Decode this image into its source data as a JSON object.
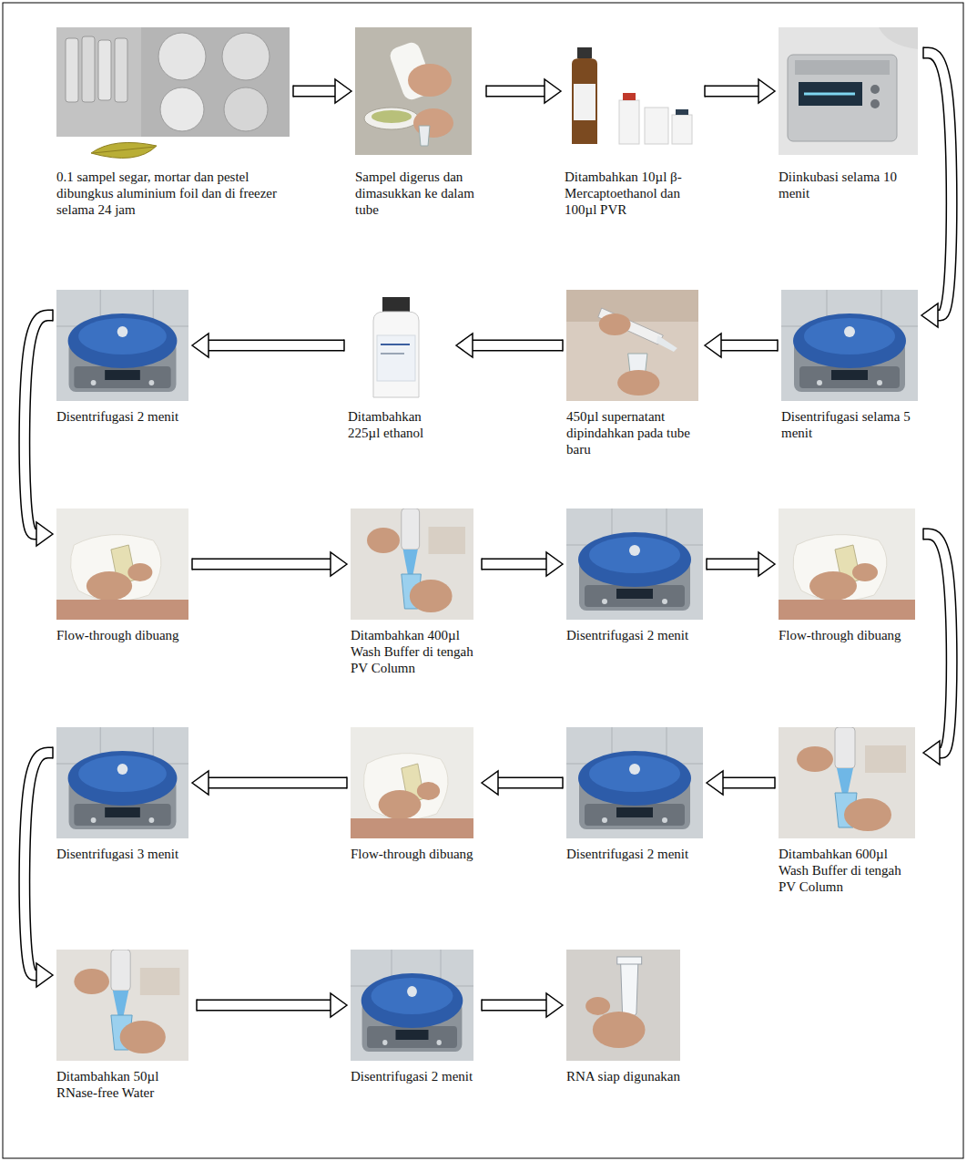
{
  "diagram": {
    "nodes": [
      {
        "text": [
          "0.1 sampel segar, mortar dan pestel dibungkus aluminium foil dan di freezer selama 24 jam"
        ]
      },
      {
        "text": [
          "Sampel digerus dan dimasukkan ke dalam tube"
        ]
      },
      {
        "text": [
          "Ditambahkan 10µl β-Mercaptoethanol dan 100µl PVR"
        ]
      },
      {
        "text": [
          "Diinkubasi selama 10 menit"
        ]
      },
      {
        "text": [
          "Disentrifugasi selama 5 menit"
        ]
      },
      {
        "text": [
          "450µl supernatant dipindahkan pada tube baru"
        ]
      },
      {
        "text": [
          "Ditambahkan 225µl ethanol"
        ]
      },
      {
        "text": [
          "Disentrifugasi 2 menit"
        ]
      },
      {
        "text": [
          "Flow-through dibuang"
        ]
      },
      {
        "text": [
          "Ditambahkan 400µl Wash Buffer di tengah PV Column"
        ]
      },
      {
        "text": [
          "Disentrifugasi 2 menit"
        ]
      },
      {
        "text": [
          "Flow-through dibuang"
        ]
      },
      {
        "text": [
          "Ditambahkan 600µl Wash Buffer di tengah PV Column"
        ]
      },
      {
        "text": [
          "Disentrifugasi 2 menit"
        ]
      },
      {
        "text": [
          "Flow-through dibuang"
        ]
      },
      {
        "text": [
          "Disentrifugasi 3 menit"
        ]
      },
      {
        "text": [
          "Ditambahkan 50µl RNase-free Water"
        ]
      },
      {
        "text": [
          "Disentrifugasi 2 menit"
        ]
      },
      {
        "text": [
          "RNA siap digunakan"
        ]
      }
    ],
    "edges": [
      {
        "from": 0,
        "to": 1,
        "arrow": "to"
      },
      {
        "from": 1,
        "to": 2,
        "arrow": "to"
      },
      {
        "from": 2,
        "to": 3,
        "arrow": "to"
      },
      {
        "from": 3,
        "to": 4,
        "arrow": "to"
      },
      {
        "from": 4,
        "to": 5,
        "arrow": "to"
      },
      {
        "from": 5,
        "to": 6,
        "arrow": "to"
      },
      {
        "from": 6,
        "to": 7,
        "arrow": "to"
      },
      {
        "from": 7,
        "to": 8,
        "arrow": "to"
      },
      {
        "from": 8,
        "to": 9,
        "arrow": "to"
      },
      {
        "from": 9,
        "to": 10,
        "arrow": "to"
      },
      {
        "from": 10,
        "to": 11,
        "arrow": "to"
      },
      {
        "from": 11,
        "to": 12,
        "arrow": "to"
      },
      {
        "from": 12,
        "to": 13,
        "arrow": "to"
      },
      {
        "from": 13,
        "to": 14,
        "arrow": "to"
      },
      {
        "from": 14,
        "to": 15,
        "arrow": "to"
      },
      {
        "from": 15,
        "to": 16,
        "arrow": "to"
      },
      {
        "from": 16,
        "to": 17,
        "arrow": "to"
      },
      {
        "from": 17,
        "to": 18,
        "arrow": "to"
      }
    ]
  }
}
